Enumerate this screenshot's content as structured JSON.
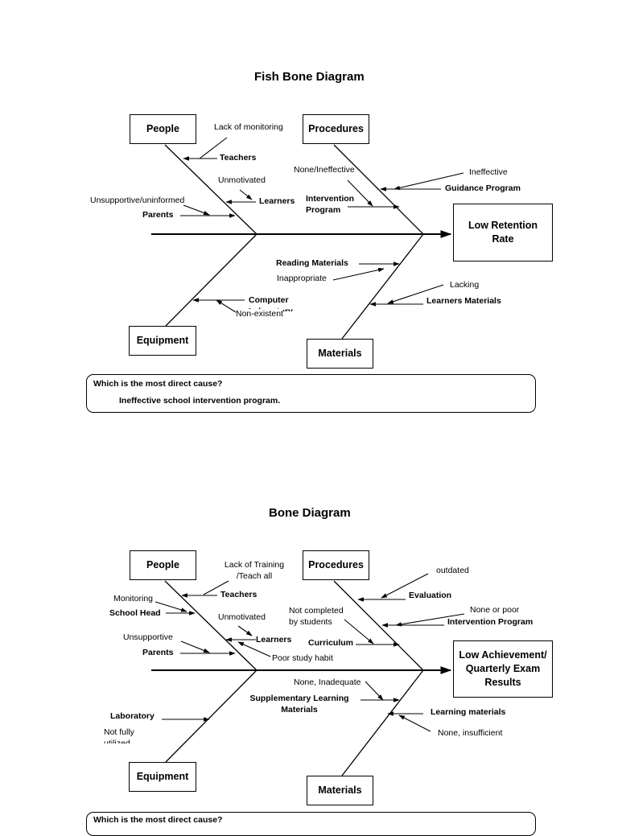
{
  "diagram1": {
    "title": "Fish Bone Diagram",
    "effect": "Low Retention Rate",
    "categories": {
      "people": "People",
      "procedures": "Procedures",
      "equipment": "Equipment",
      "materials": "Materials"
    },
    "causes": {
      "lack_of_monitoring": "Lack of monitoring",
      "teachers": "Teachers",
      "unmotivated": "Unmotivated",
      "learners": "Learners",
      "unsupportive": "Unsupportive/uninformed",
      "parents": "Parents",
      "none_ineffective": "None/Ineffective",
      "intervention_program": "Intervention Program",
      "ineffective": "Ineffective",
      "guidance_program": "Guidance Program",
      "reading_materials": "Reading Materials",
      "inappropriate": "Inappropriate",
      "lacking": "Lacking",
      "learners_materials": "Learners Materials",
      "computer_laboratory": "Computer Laboratory",
      "non_existent": "Non-existent"
    },
    "question": "Which is the most direct cause?",
    "answer": "Ineffective school intervention program."
  },
  "diagram2": {
    "title": "Bone Diagram",
    "effect": "Low Achievement/ Quarterly Exam Results",
    "categories": {
      "people": "People",
      "procedures": "Procedures",
      "equipment": "Equipment",
      "materials": "Materials"
    },
    "causes": {
      "lack_of_training": "Lack of Training /Teach all",
      "teachers": "Teachers",
      "monitoring": "Monitoring",
      "school_head": "School Head",
      "unmotivated": "Unmotivated",
      "learners": "Learners",
      "unsupportive": "Unsupportive",
      "parents": "Parents",
      "poor_study_habit": "Poor study habit",
      "outdated": "outdated",
      "evaluation": "Evaluation",
      "none_or_poor": "None or poor",
      "intervention_program": "Intervention Program",
      "not_completed": "Not completed by students",
      "curriculum": "Curriculum",
      "none_inadequate": "None, Inadequate",
      "supplementary_materials": "Supplementary Learning Materials",
      "learning_materials": "Learning materials",
      "none_insufficient": "None, insufficient",
      "laboratory": "Laboratory",
      "not_fully_utilized": "Not fully utilized"
    },
    "question": "Which is the most direct cause?"
  }
}
